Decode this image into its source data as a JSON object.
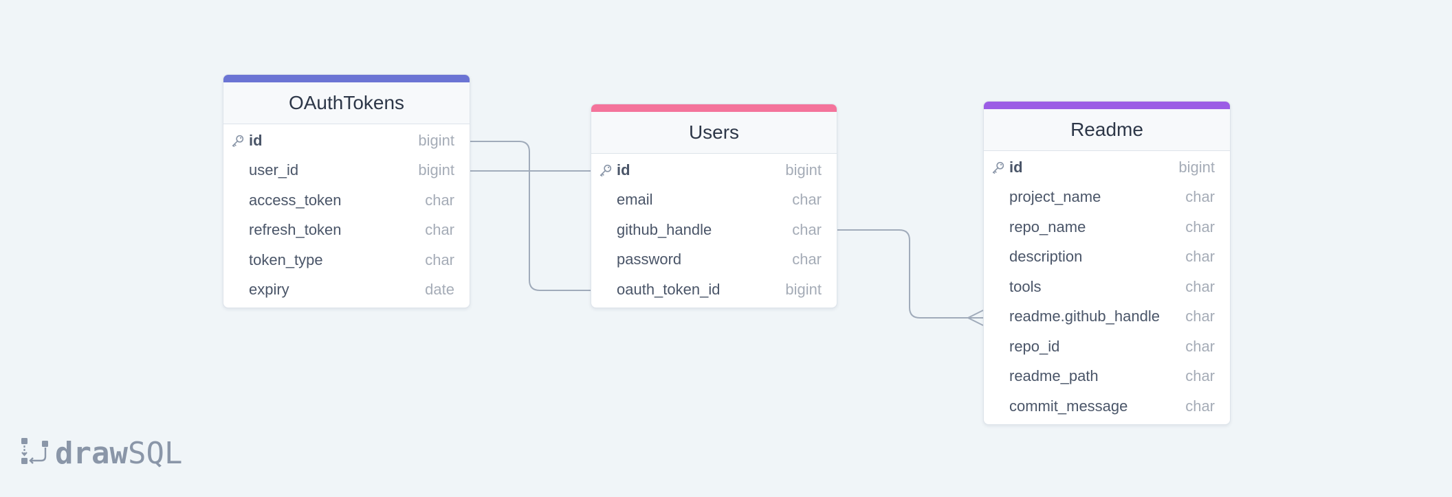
{
  "tables": {
    "oauth_tokens": {
      "name": "OAuthTokens",
      "accent_color": "#6b74d4",
      "columns": [
        {
          "name": "id",
          "type": "bigint",
          "primary_key": true
        },
        {
          "name": "user_id",
          "type": "bigint",
          "primary_key": false
        },
        {
          "name": "access_token",
          "type": "char",
          "primary_key": false
        },
        {
          "name": "refresh_token",
          "type": "char",
          "primary_key": false
        },
        {
          "name": "token_type",
          "type": "char",
          "primary_key": false
        },
        {
          "name": "expiry",
          "type": "date",
          "primary_key": false
        }
      ]
    },
    "users": {
      "name": "Users",
      "accent_color": "#f4739b",
      "columns": [
        {
          "name": "id",
          "type": "bigint",
          "primary_key": true
        },
        {
          "name": "email",
          "type": "char",
          "primary_key": false
        },
        {
          "name": "github_handle",
          "type": "char",
          "primary_key": false
        },
        {
          "name": "password",
          "type": "char",
          "primary_key": false
        },
        {
          "name": "oauth_token_id",
          "type": "bigint",
          "primary_key": false
        }
      ]
    },
    "readme": {
      "name": "Readme",
      "accent_color": "#9b5de5",
      "columns": [
        {
          "name": "id",
          "type": "bigint",
          "primary_key": true
        },
        {
          "name": "project_name",
          "type": "char",
          "primary_key": false
        },
        {
          "name": "repo_name",
          "type": "char",
          "primary_key": false
        },
        {
          "name": "description",
          "type": "char",
          "primary_key": false
        },
        {
          "name": "tools",
          "type": "char",
          "primary_key": false
        },
        {
          "name": "readme.github_handle",
          "type": "char",
          "primary_key": false
        },
        {
          "name": "repo_id",
          "type": "char",
          "primary_key": false
        },
        {
          "name": "readme_path",
          "type": "char",
          "primary_key": false
        },
        {
          "name": "commit_message",
          "type": "char",
          "primary_key": false
        }
      ]
    }
  },
  "relationships": [
    {
      "from": "OAuthTokens.user_id",
      "to": "Users.id"
    },
    {
      "from": "OAuthTokens.id",
      "to": "Users.oauth_token_id"
    },
    {
      "from": "Users.github_handle",
      "to": "Readme.readme.github_handle",
      "cardinality": "one-to-many"
    }
  ],
  "icons": {
    "primary_key": "key-icon",
    "logo": "drawsql-logo-icon"
  },
  "connector_color": "#a0abba",
  "logo": {
    "word_bold": "draw",
    "word_light": "SQL"
  }
}
